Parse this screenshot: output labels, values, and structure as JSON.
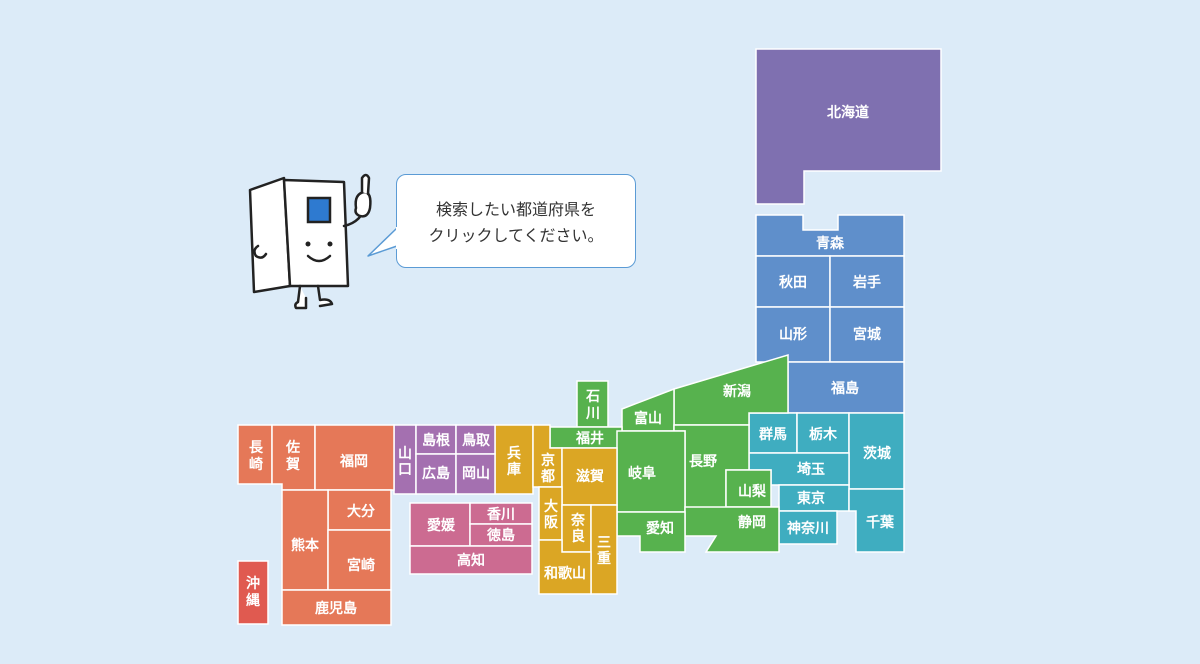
{
  "instruction": {
    "line1": "検索したい都道府県を",
    "line2": "クリックしてください。"
  },
  "regions": {
    "hokkaido": {
      "color": "#7f70b0"
    },
    "tohoku": {
      "color": "#5f8fcb"
    },
    "kanto": {
      "color": "#3fadc0"
    },
    "chubu": {
      "color": "#57b24e"
    },
    "kinki": {
      "color": "#dba624"
    },
    "chugoku": {
      "color": "#a470b0"
    },
    "shikoku": {
      "color": "#cc6b91"
    },
    "kyushu": {
      "color": "#e57858"
    },
    "okinawa": {
      "color": "#e05a50"
    }
  },
  "prefectures": {
    "hokkaido": "北海道",
    "aomori": "青森",
    "akita": "秋田",
    "iwate": "岩手",
    "yamagata": "山形",
    "miyagi": "宮城",
    "fukushima": "福島",
    "niigata": "新潟",
    "ishikawa": "石川",
    "toyama": "富山",
    "fukui": "福井",
    "nagano": "長野",
    "gifu": "岐阜",
    "yamanashi": "山梨",
    "shizuoka": "静岡",
    "aichi": "愛知",
    "gunma": "群馬",
    "tochigi": "栃木",
    "ibaraki": "茨城",
    "saitama": "埼玉",
    "tokyo": "東京",
    "kanagawa": "神奈川",
    "chiba": "千葉",
    "kyoto": "京都",
    "shiga": "滋賀",
    "hyogo": "兵庫",
    "osaka": "大阪",
    "nara": "奈良",
    "mie": "三重",
    "wakayama": "和歌山",
    "yamaguchi": "山口",
    "shimane": "島根",
    "tottori": "鳥取",
    "hiroshima": "広島",
    "okayama": "岡山",
    "ehime": "愛媛",
    "kagawa": "香川",
    "tokushima": "徳島",
    "kochi": "高知",
    "nagasaki": "長崎",
    "saga": "佐賀",
    "fukuoka": "福岡",
    "oita": "大分",
    "kumamoto": "熊本",
    "miyazaki": "宮崎",
    "kagoshima": "鹿児島",
    "okinawa": "沖縄"
  }
}
